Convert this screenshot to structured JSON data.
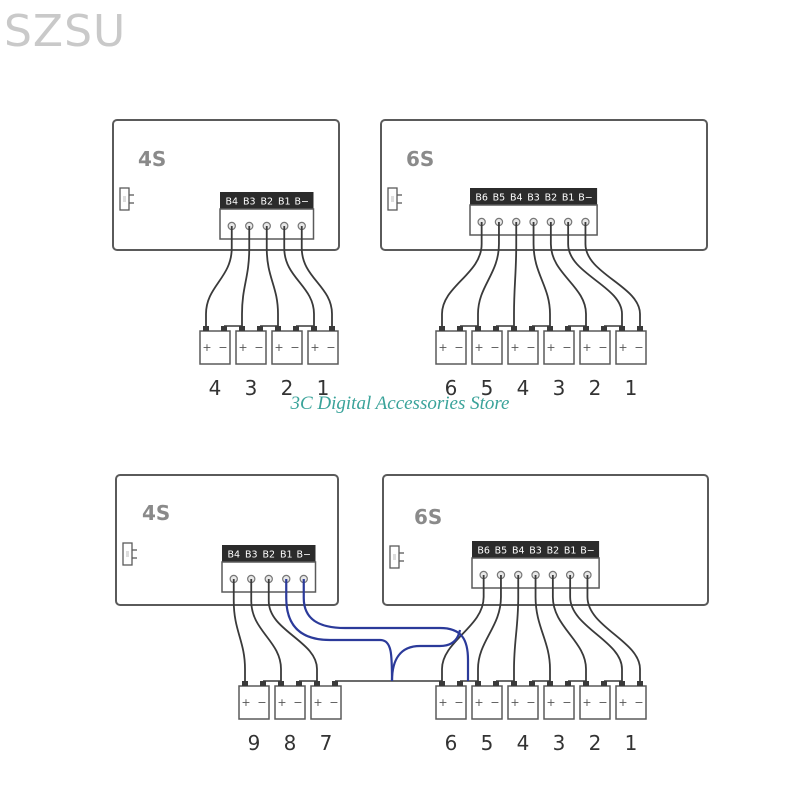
{
  "watermark": {
    "brand": "SZSU",
    "store": "3C Digital Accessories Store"
  },
  "colors": {
    "outline": "#5a5a5a",
    "wire": "#3a3a3a",
    "header_fill": "#2b2b2b",
    "series_link": "#2b3a9a",
    "title": "#8a8a8a",
    "store_text": "#3aa39a",
    "watermark": "#c9c9c9"
  },
  "cell_signs": {
    "plus": "+",
    "minus": "−"
  },
  "top": {
    "board_4s": {
      "title": "4S",
      "pins": [
        "B4",
        "B3",
        "B2",
        "B1",
        "B−"
      ],
      "cells": [
        "4",
        "3",
        "2",
        "1"
      ]
    },
    "board_6s": {
      "title": "6S",
      "pins": [
        "B6",
        "B5",
        "B4",
        "B3",
        "B2",
        "B1",
        "B−"
      ],
      "cells": [
        "6",
        "5",
        "4",
        "3",
        "2",
        "1"
      ]
    }
  },
  "bottom": {
    "board_4s": {
      "title": "4S",
      "pins": [
        "B4",
        "B3",
        "B2",
        "B1",
        "B−"
      ],
      "cells": [
        "9",
        "8",
        "7"
      ]
    },
    "board_6s": {
      "title": "6S",
      "pins": [
        "B6",
        "B5",
        "B4",
        "B3",
        "B2",
        "B1",
        "B−"
      ],
      "cells": [
        "6",
        "5",
        "4",
        "3",
        "2",
        "1"
      ]
    }
  }
}
